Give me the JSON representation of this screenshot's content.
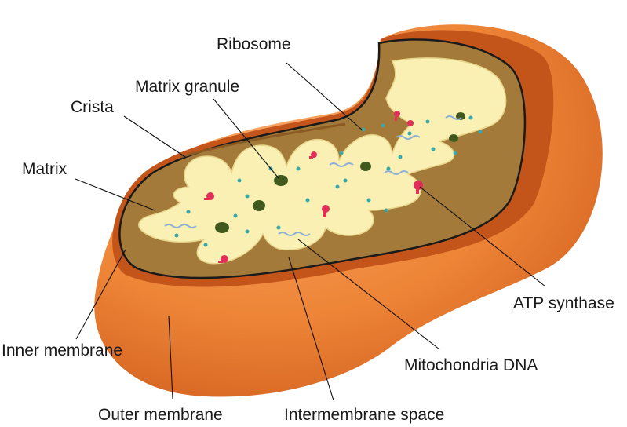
{
  "diagram": {
    "labels": {
      "ribosome": "Ribosome",
      "matrix_granule": "Matrix granule",
      "crista": "Crista",
      "matrix": "Matrix",
      "atp_synthase": "ATP synthase",
      "inner_membrane": "Inner membrane",
      "mito_dna": "Mitochondria DNA",
      "outer_membrane": "Outer membrane",
      "intermembrane_space": "Intermembrane space"
    },
    "colors": {
      "outer_membrane": "#f08a3c",
      "outer_membrane_shadow": "#c9571a",
      "intermembrane_space": "#a0773a",
      "matrix": "#fbf0b0",
      "inner_membrane_outline": "#1a1a1a",
      "matrix_granule": "#3f5a1c",
      "ribosome": "#3aa8a8",
      "atp_synthase": "#e0305a",
      "dna": "#9ab8d8"
    }
  }
}
